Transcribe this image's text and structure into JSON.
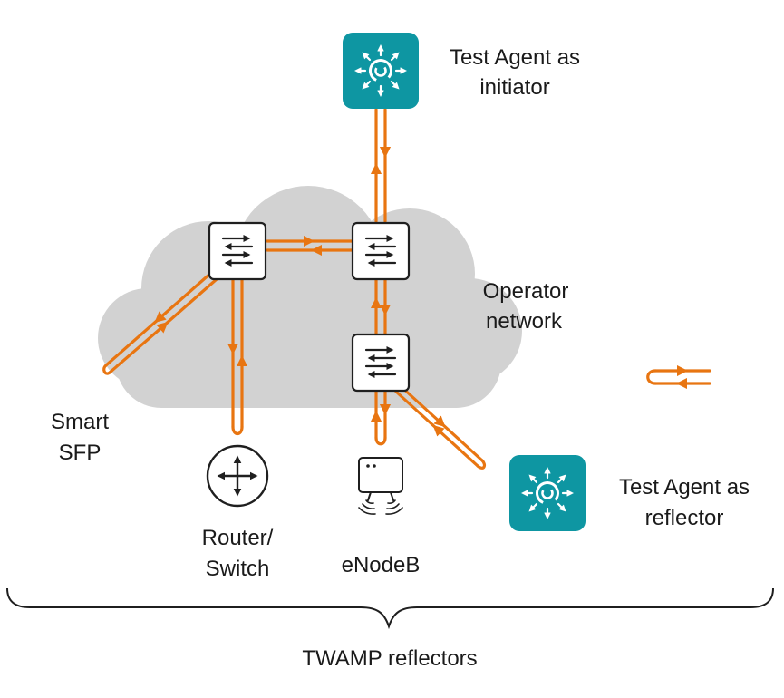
{
  "colors": {
    "flow_orange": "#E87511",
    "agent_teal": "#0E96A2",
    "cloud_gray": "#D2D2D2",
    "ink": "#1F1F1F"
  },
  "labels": {
    "test_agent_initiator": {
      "line1": "Test Agent as",
      "line2": "initiator"
    },
    "operator_network": {
      "line1": "Operator",
      "line2": "network"
    },
    "smart_sfp": {
      "line1": "Smart",
      "line2": "SFP"
    },
    "router_switch": {
      "line1": "Router/",
      "line2": "Switch"
    },
    "enodeb": "eNodeB",
    "test_agent_reflector": {
      "line1": "Test Agent as",
      "line2": "reflector"
    },
    "brace_caption": "TWAMP reflectors"
  },
  "icons": {
    "test_agent": "test-agent-swirl-icon",
    "switch": "switch-arrows-icon",
    "router": "router-cross-arrows-icon",
    "enodeb": "enodeb-radio-icon",
    "loopback": "loopback-hairpin-mark"
  }
}
